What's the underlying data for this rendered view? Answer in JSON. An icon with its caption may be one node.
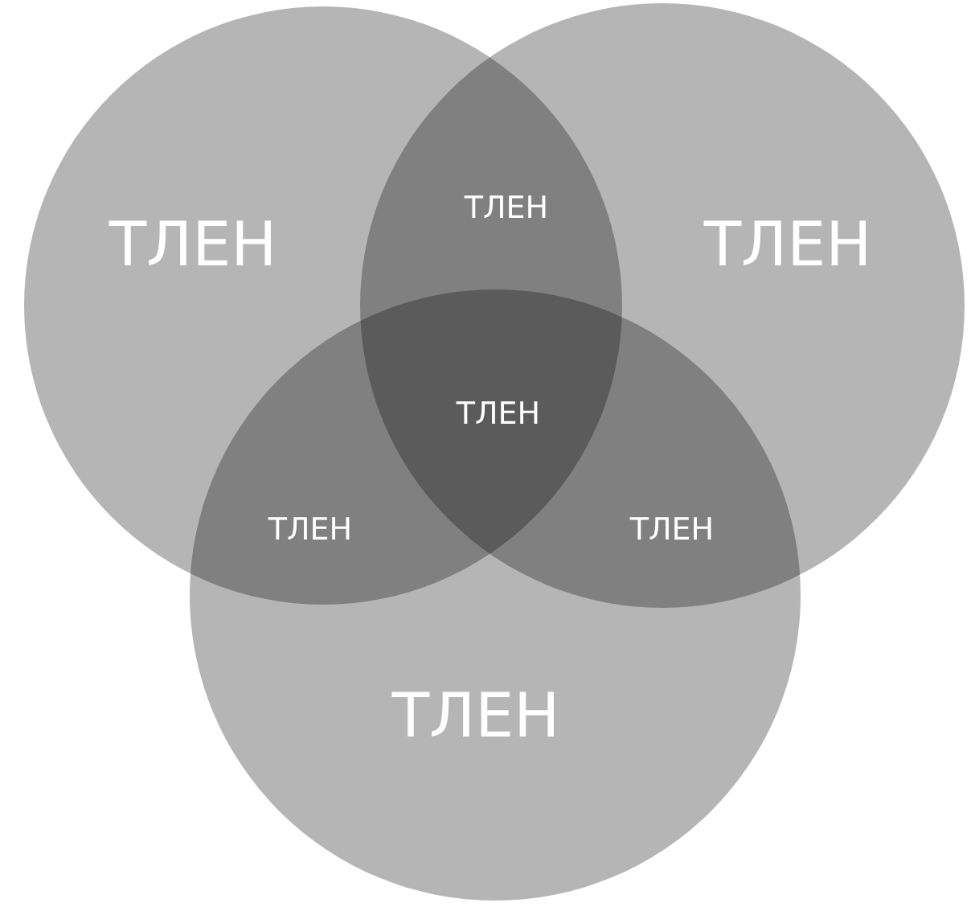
{
  "diagram": {
    "nodes": [
      {
        "text": [
          "ТЛЕН"
        ]
      },
      {
        "text": [
          "ТЛЕН"
        ]
      },
      {
        "text": [
          "ТЛЕН"
        ]
      }
    ],
    "labels": [
      "ТЛЕН",
      "ТЛЕН",
      "ТЛЕН",
      "ТЛЕН"
    ]
  }
}
